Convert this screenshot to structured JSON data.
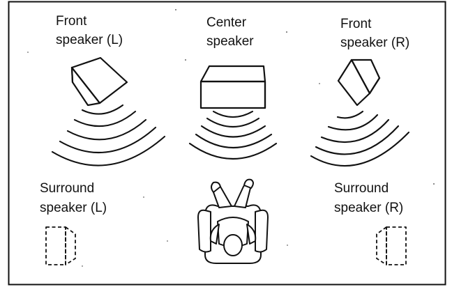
{
  "speakers": {
    "front_left": {
      "line1": "Front",
      "line2": "speaker (L)"
    },
    "center": {
      "line1": "Center",
      "line2": "speaker"
    },
    "front_right": {
      "line1": "Front",
      "line2": "speaker (R)"
    },
    "surround_left": {
      "line1": "Surround",
      "line2": "speaker (L)"
    },
    "surround_right": {
      "line1": "Surround",
      "line2": "speaker (R)"
    }
  },
  "listener": {
    "icon": "listener-in-chair-icon"
  },
  "colors": {
    "line": "#111111",
    "background": "#ffffff"
  }
}
